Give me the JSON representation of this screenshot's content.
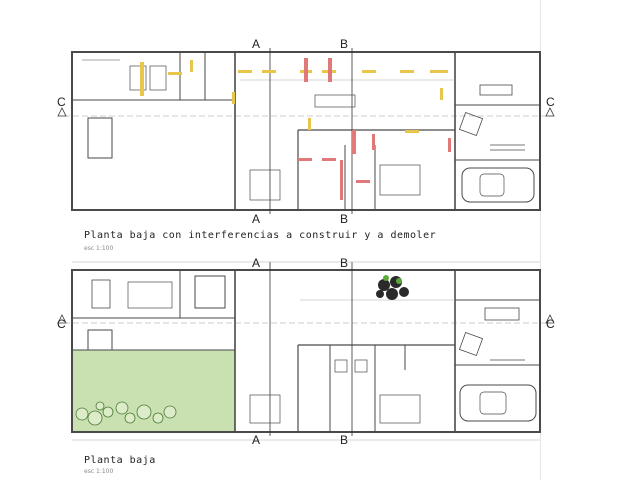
{
  "plan_top": {
    "title": "Planta baja con interferencias a construir y a demoler",
    "scale": "esc 1:100"
  },
  "plan_bottom": {
    "title": "Planta baja",
    "scale": "esc 1:100"
  },
  "section_labels": {
    "a": "A",
    "b": "B",
    "c": "C"
  },
  "colors": {
    "wall": "#4a4a4a",
    "construct": "#e8c64a",
    "demolish": "#e07a7a",
    "garden": "#c9e0b0",
    "line": "#bdbdbd"
  }
}
